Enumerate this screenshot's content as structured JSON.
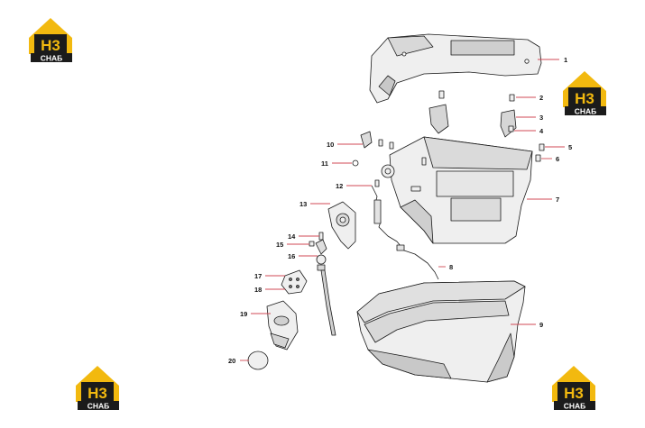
{
  "logo": {
    "mark": "H3",
    "caption": "СНАБ",
    "icon": "house-logo",
    "colors": {
      "gold": "#f2b90f",
      "dark": "#1b1b1b",
      "white": "#ffffff"
    }
  },
  "colors": {
    "leader": "#d24a55",
    "outline": "#1a1a1a",
    "shade": "#c8c8c8",
    "fill": "#efefef"
  },
  "callouts": [
    {
      "num": "1"
    },
    {
      "num": "2"
    },
    {
      "num": "3"
    },
    {
      "num": "4"
    },
    {
      "num": "5"
    },
    {
      "num": "6"
    },
    {
      "num": "7"
    },
    {
      "num": "8"
    },
    {
      "num": "9"
    },
    {
      "num": "10"
    },
    {
      "num": "11"
    },
    {
      "num": "12"
    },
    {
      "num": "13"
    },
    {
      "num": "14"
    },
    {
      "num": "15"
    },
    {
      "num": "16"
    },
    {
      "num": "17"
    },
    {
      "num": "18"
    },
    {
      "num": "19"
    },
    {
      "num": "20"
    }
  ]
}
